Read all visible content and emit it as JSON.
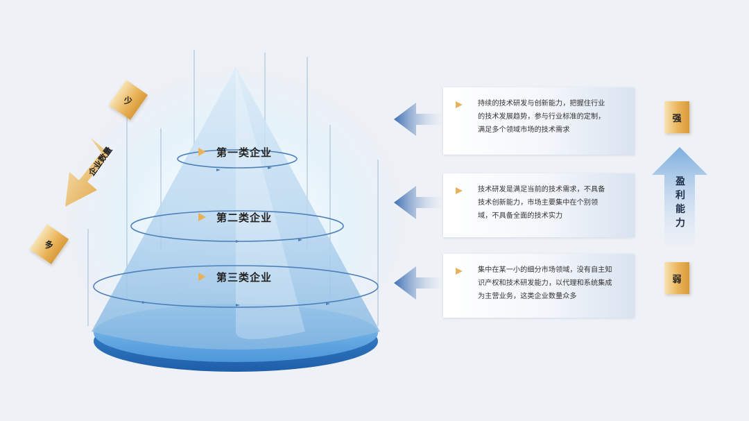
{
  "tiers": [
    {
      "label": "第一类企业"
    },
    {
      "label": "第二类企业"
    },
    {
      "label": "第三类企业"
    }
  ],
  "descriptions": [
    {
      "lines": [
        "持续的技术研发与创新能力，把握住行业",
        "的技术发展趋势，参与行业标准的定制，",
        "满足多个领域市场的技术需求"
      ]
    },
    {
      "lines": [
        "技术研发是满足当前的技术需求，不具备",
        "技术创新能力，市场主要集中在个别领",
        "域，不具备全面的技术实力"
      ]
    },
    {
      "lines": [
        "集中在某一小的细分市场领域，没有自主知",
        "识产权和技术研发能力，以代理和系统集成",
        "为主营业务，这类企业数量众多"
      ]
    }
  ],
  "left_axis": {
    "top_tag": "少",
    "label": "企业数量",
    "bottom_tag": "多"
  },
  "right_axis": {
    "top_tag": "强",
    "label_chars": [
      "盈",
      "利",
      "能",
      "力"
    ],
    "bottom_tag": "弱"
  },
  "colors": {
    "accent_gold": "#e8b25c",
    "cone_blue": "#2f78c4",
    "arrow_blue": "#4a78b8",
    "background": "#eef1f6"
  }
}
